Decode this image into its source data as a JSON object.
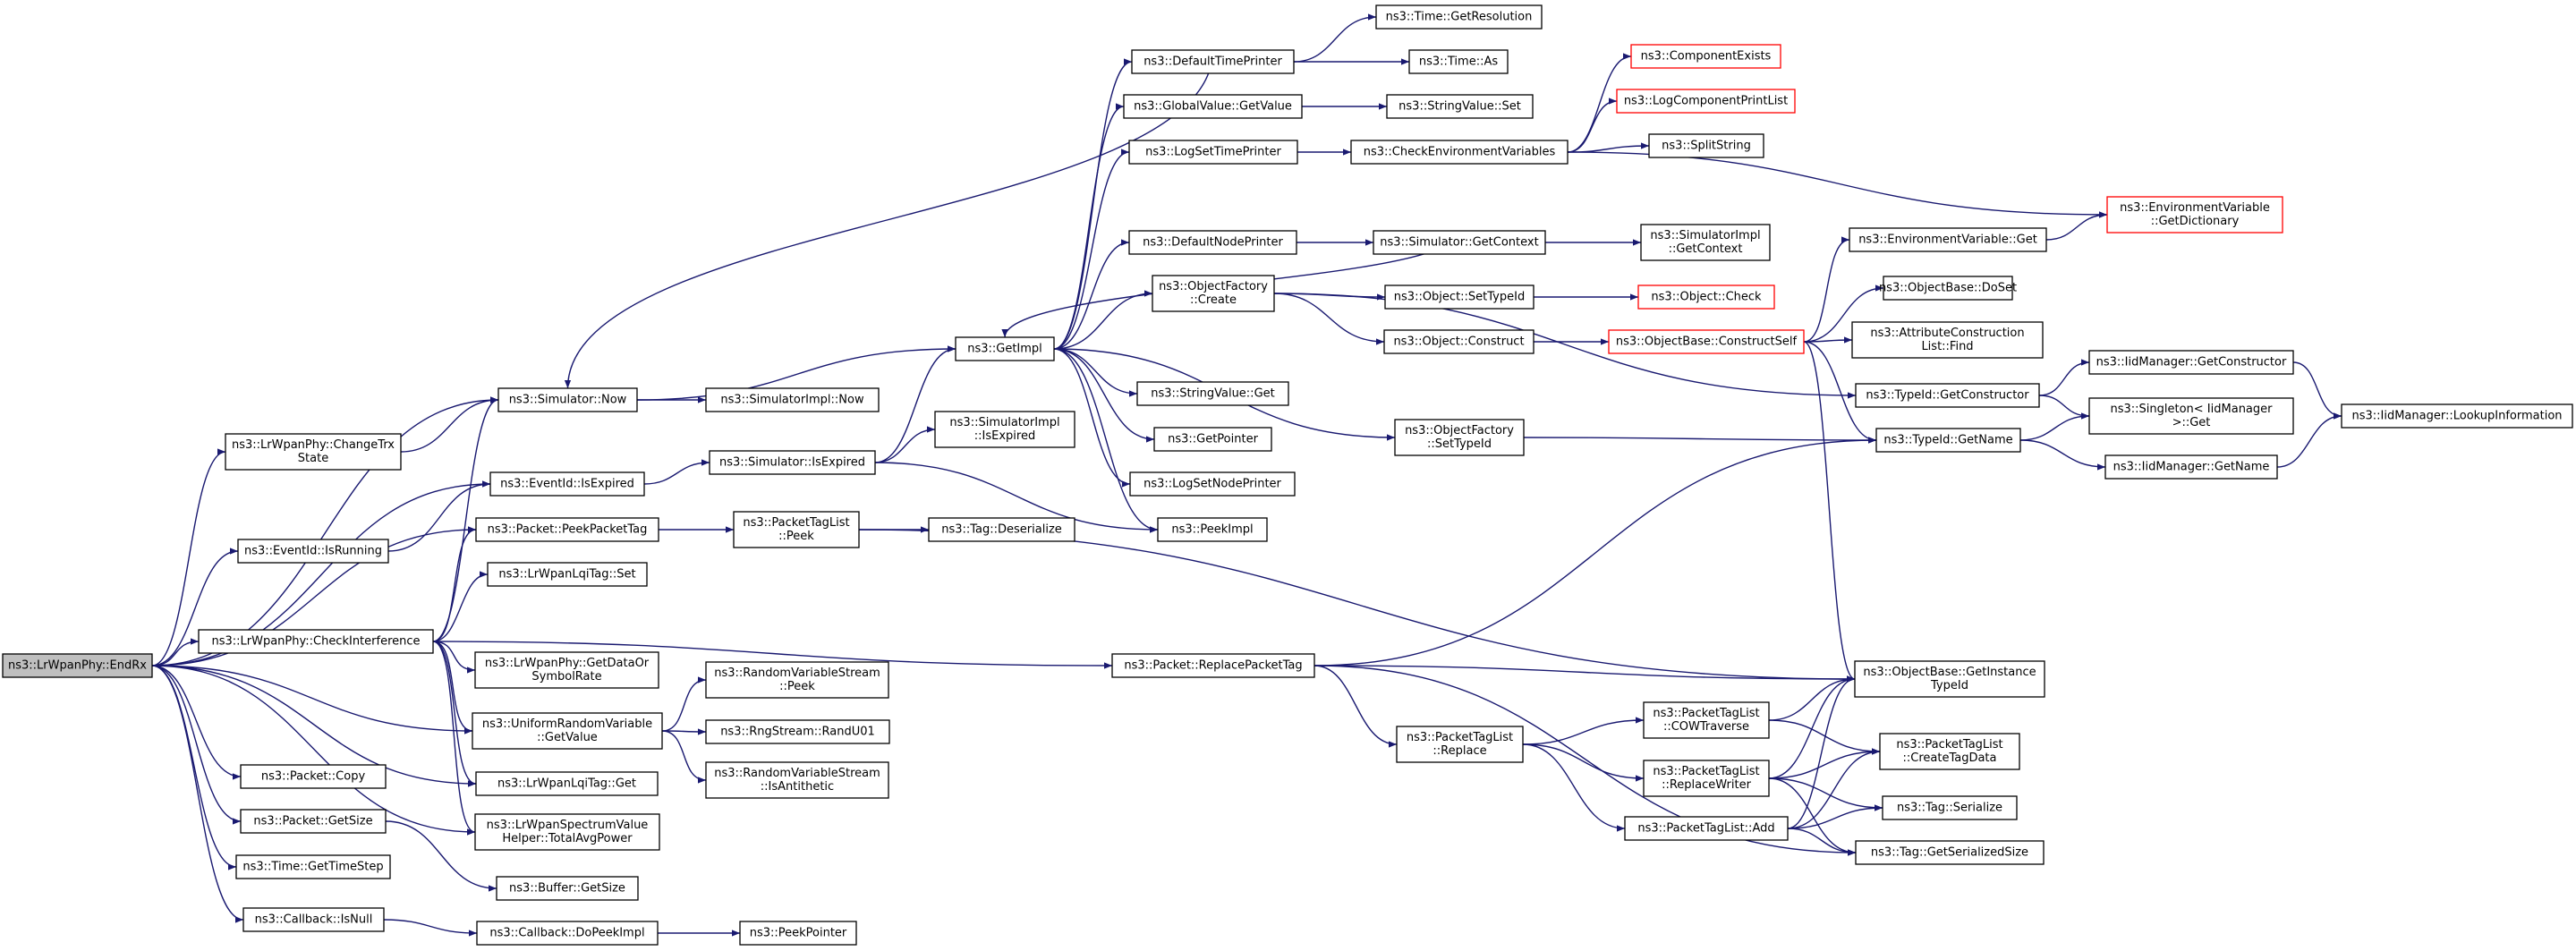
{
  "graph": {
    "nodes": [
      {
        "id": "endrx",
        "lines": [
          "ns3::LrWpanPhy::EndRx"
        ],
        "root": true
      },
      {
        "id": "changetrx",
        "lines": [
          "ns3::LrWpanPhy::ChangeTrx",
          "State"
        ]
      },
      {
        "id": "isrunning",
        "lines": [
          "ns3::EventId::IsRunning"
        ]
      },
      {
        "id": "checkint",
        "lines": [
          "ns3::LrWpanPhy::CheckInterference"
        ]
      },
      {
        "id": "pcopy",
        "lines": [
          "ns3::Packet::Copy"
        ]
      },
      {
        "id": "pgetsize",
        "lines": [
          "ns3::Packet::GetSize"
        ]
      },
      {
        "id": "timestep",
        "lines": [
          "ns3::Time::GetTimeStep"
        ]
      },
      {
        "id": "cbisnull",
        "lines": [
          "ns3::Callback::IsNull"
        ]
      },
      {
        "id": "simnow",
        "lines": [
          "ns3::Simulator::Now"
        ]
      },
      {
        "id": "isexpired",
        "lines": [
          "ns3::EventId::IsExpired"
        ]
      },
      {
        "id": "peekpkttag",
        "lines": [
          "ns3::Packet::PeekPacketTag"
        ]
      },
      {
        "id": "lqiset",
        "lines": [
          "ns3::LrWpanLqiTag::Set"
        ]
      },
      {
        "id": "getdatarate",
        "lines": [
          "ns3::LrWpanPhy::GetDataOr",
          "SymbolRate"
        ]
      },
      {
        "id": "urvgetvalue",
        "lines": [
          "ns3::UniformRandomVariable",
          "::GetValue"
        ]
      },
      {
        "id": "lqiget",
        "lines": [
          "ns3::LrWpanLqiTag::Get"
        ]
      },
      {
        "id": "totalavg",
        "lines": [
          "ns3::LrWpanSpectrumValue",
          "Helper::TotalAvgPower"
        ]
      },
      {
        "id": "buffergetsize",
        "lines": [
          "ns3::Buffer::GetSize"
        ]
      },
      {
        "id": "dopeekimpl",
        "lines": [
          "ns3::Callback::DoPeekImpl"
        ]
      },
      {
        "id": "simimplnow",
        "lines": [
          "ns3::SimulatorImpl::Now"
        ]
      },
      {
        "id": "simisexpired",
        "lines": [
          "ns3::Simulator::IsExpired"
        ]
      },
      {
        "id": "ptlpeek",
        "lines": [
          "ns3::PacketTagList",
          "::Peek"
        ]
      },
      {
        "id": "rvspeek",
        "lines": [
          "ns3::RandomVariableStream",
          "::Peek"
        ]
      },
      {
        "id": "randu01",
        "lines": [
          "ns3::RngStream::RandU01"
        ]
      },
      {
        "id": "rvsisanti",
        "lines": [
          "ns3::RandomVariableStream",
          "::IsAntithetic"
        ]
      },
      {
        "id": "peekpointer",
        "lines": [
          "ns3::PeekPointer"
        ]
      },
      {
        "id": "getimpl",
        "lines": [
          "ns3::GetImpl"
        ]
      },
      {
        "id": "simimplisexp",
        "lines": [
          "ns3::SimulatorImpl",
          "::IsExpired"
        ]
      },
      {
        "id": "tagdeser",
        "lines": [
          "ns3::Tag::Deserialize"
        ]
      },
      {
        "id": "replacepkttag",
        "lines": [
          "ns3::Packet::ReplacePacketTag"
        ]
      },
      {
        "id": "deftimeprinter",
        "lines": [
          "ns3::DefaultTimePrinter"
        ]
      },
      {
        "id": "gvgetvalue",
        "lines": [
          "ns3::GlobalValue::GetValue"
        ]
      },
      {
        "id": "logsettime",
        "lines": [
          "ns3::LogSetTimePrinter"
        ]
      },
      {
        "id": "defnodeprinter",
        "lines": [
          "ns3::DefaultNodePrinter"
        ]
      },
      {
        "id": "ofcreate",
        "lines": [
          "ns3::ObjectFactory",
          "::Create"
        ]
      },
      {
        "id": "svget",
        "lines": [
          "ns3::StringValue::Get"
        ]
      },
      {
        "id": "getpointer",
        "lines": [
          "ns3::GetPointer"
        ]
      },
      {
        "id": "logsetnode",
        "lines": [
          "ns3::LogSetNodePrinter"
        ]
      },
      {
        "id": "peekimpl",
        "lines": [
          "ns3::PeekImpl"
        ]
      },
      {
        "id": "ptlreplace",
        "lines": [
          "ns3::PacketTagList",
          "::Replace"
        ]
      },
      {
        "id": "timegetres",
        "lines": [
          "ns3::Time::GetResolution"
        ]
      },
      {
        "id": "timeas",
        "lines": [
          "ns3::Time::As"
        ]
      },
      {
        "id": "svset",
        "lines": [
          "ns3::StringValue::Set"
        ]
      },
      {
        "id": "checkenv",
        "lines": [
          "ns3::CheckEnvironmentVariables"
        ]
      },
      {
        "id": "simgetctx",
        "lines": [
          "ns3::Simulator::GetContext"
        ]
      },
      {
        "id": "objsettypeid",
        "lines": [
          "ns3::Object::SetTypeId"
        ]
      },
      {
        "id": "objconstruct",
        "lines": [
          "ns3::Object::Construct"
        ]
      },
      {
        "id": "ofsettypeid",
        "lines": [
          "ns3::ObjectFactory",
          "::SetTypeId"
        ]
      },
      {
        "id": "ptlcow",
        "lines": [
          "ns3::PacketTagList",
          "::COWTraverse"
        ]
      },
      {
        "id": "ptlreplwriter",
        "lines": [
          "ns3::PacketTagList",
          "::ReplaceWriter"
        ]
      },
      {
        "id": "ptladd",
        "lines": [
          "ns3::PacketTagList::Add"
        ]
      },
      {
        "id": "compexists",
        "lines": [
          "ns3::ComponentExists"
        ],
        "red": true
      },
      {
        "id": "logcompprint",
        "lines": [
          "ns3::LogComponentPrintList"
        ],
        "red": true
      },
      {
        "id": "splitstring",
        "lines": [
          "ns3::SplitString"
        ]
      },
      {
        "id": "simimplgetctx",
        "lines": [
          "ns3::SimulatorImpl",
          "::GetContext"
        ]
      },
      {
        "id": "objcheck",
        "lines": [
          "ns3::Object::Check"
        ],
        "red": true
      },
      {
        "id": "constructself",
        "lines": [
          "ns3::ObjectBase::ConstructSelf"
        ],
        "red": true
      },
      {
        "id": "envget",
        "lines": [
          "ns3::EnvironmentVariable::Get"
        ]
      },
      {
        "id": "obdoset",
        "lines": [
          "ns3::ObjectBase::DoSet"
        ]
      },
      {
        "id": "attrfind",
        "lines": [
          "ns3::AttributeConstruction",
          "List::Find"
        ]
      },
      {
        "id": "typeidgetctor",
        "lines": [
          "ns3::TypeId::GetConstructor"
        ]
      },
      {
        "id": "typeidgetname",
        "lines": [
          "ns3::TypeId::GetName"
        ]
      },
      {
        "id": "getinsttypeid",
        "lines": [
          "ns3::ObjectBase::GetInstance",
          "TypeId"
        ]
      },
      {
        "id": "createtagdata",
        "lines": [
          "ns3::PacketTagList",
          "::CreateTagData"
        ]
      },
      {
        "id": "tagserialize",
        "lines": [
          "ns3::Tag::Serialize"
        ]
      },
      {
        "id": "taggetsersize",
        "lines": [
          "ns3::Tag::GetSerializedSize"
        ]
      },
      {
        "id": "envgetdict",
        "lines": [
          "ns3::EnvironmentVariable",
          "::GetDictionary"
        ],
        "red": true
      },
      {
        "id": "iidgetctor",
        "lines": [
          "ns3::IidManager::GetConstructor"
        ]
      },
      {
        "id": "singletonget",
        "lines": [
          "ns3::Singleton< IidManager",
          ">::Get"
        ]
      },
      {
        "id": "iidgetname",
        "lines": [
          "ns3::IidManager::GetName"
        ]
      },
      {
        "id": "iidlookup",
        "lines": [
          "ns3::IidManager::LookupInformation"
        ]
      }
    ],
    "edges": [
      [
        "endrx",
        "simnow"
      ],
      [
        "endrx",
        "changetrx"
      ],
      [
        "endrx",
        "isexpired"
      ],
      [
        "endrx",
        "isrunning"
      ],
      [
        "endrx",
        "peekpkttag"
      ],
      [
        "endrx",
        "checkint"
      ],
      [
        "endrx",
        "urvgetvalue"
      ],
      [
        "endrx",
        "lqiget"
      ],
      [
        "endrx",
        "pcopy"
      ],
      [
        "endrx",
        "pgetsize"
      ],
      [
        "endrx",
        "timestep"
      ],
      [
        "endrx",
        "cbisnull"
      ],
      [
        "endrx",
        "totalavg"
      ],
      [
        "changetrx",
        "simnow"
      ],
      [
        "isrunning",
        "isexpired"
      ],
      [
        "checkint",
        "simnow"
      ],
      [
        "checkint",
        "peekpkttag"
      ],
      [
        "checkint",
        "lqiset"
      ],
      [
        "checkint",
        "getdatarate"
      ],
      [
        "checkint",
        "urvgetvalue"
      ],
      [
        "checkint",
        "lqiget"
      ],
      [
        "checkint",
        "totalavg"
      ],
      [
        "checkint",
        "replacepkttag"
      ],
      [
        "pgetsize",
        "buffergetsize"
      ],
      [
        "cbisnull",
        "dopeekimpl"
      ],
      [
        "dopeekimpl",
        "peekpointer"
      ],
      [
        "simnow",
        "simimplnow"
      ],
      [
        "simnow",
        "getimpl"
      ],
      [
        "isexpired",
        "simisexpired"
      ],
      [
        "simisexpired",
        "simimplisexp"
      ],
      [
        "simisexpired",
        "getimpl"
      ],
      [
        "simisexpired",
        "peekimpl"
      ],
      [
        "peekpkttag",
        "ptlpeek"
      ],
      [
        "ptlpeek",
        "tagdeser"
      ],
      [
        "ptlpeek",
        "getinsttypeid"
      ],
      [
        "urvgetvalue",
        "rvspeek"
      ],
      [
        "urvgetvalue",
        "randu01"
      ],
      [
        "urvgetvalue",
        "rvsisanti"
      ],
      [
        "getimpl",
        "deftimeprinter"
      ],
      [
        "getimpl",
        "gvgetvalue"
      ],
      [
        "getimpl",
        "logsettime"
      ],
      [
        "getimpl",
        "defnodeprinter"
      ],
      [
        "getimpl",
        "ofcreate"
      ],
      [
        "getimpl",
        "svget"
      ],
      [
        "getimpl",
        "getpointer"
      ],
      [
        "getimpl",
        "logsetnode"
      ],
      [
        "getimpl",
        "peekimpl"
      ],
      [
        "getimpl",
        "ofsettypeid"
      ],
      [
        "deftimeprinter",
        "simnow"
      ],
      [
        "deftimeprinter",
        "timegetres"
      ],
      [
        "deftimeprinter",
        "timeas"
      ],
      [
        "gvgetvalue",
        "svset"
      ],
      [
        "logsettime",
        "checkenv"
      ],
      [
        "checkenv",
        "compexists"
      ],
      [
        "checkenv",
        "logcompprint"
      ],
      [
        "checkenv",
        "splitstring"
      ],
      [
        "checkenv",
        "envgetdict"
      ],
      [
        "defnodeprinter",
        "simgetctx"
      ],
      [
        "simgetctx",
        "getimpl"
      ],
      [
        "simgetctx",
        "simimplgetctx"
      ],
      [
        "ofcreate",
        "objsettypeid"
      ],
      [
        "ofcreate",
        "objconstruct"
      ],
      [
        "ofcreate",
        "typeidgetctor"
      ],
      [
        "objsettypeid",
        "objcheck"
      ],
      [
        "objconstruct",
        "constructself"
      ],
      [
        "constructself",
        "envget"
      ],
      [
        "constructself",
        "obdoset"
      ],
      [
        "constructself",
        "attrfind"
      ],
      [
        "constructself",
        "typeidgetname"
      ],
      [
        "constructself",
        "getinsttypeid"
      ],
      [
        "envget",
        "envgetdict"
      ],
      [
        "ofsettypeid",
        "typeidgetname"
      ],
      [
        "typeidgetctor",
        "iidgetctor"
      ],
      [
        "typeidgetctor",
        "singletonget"
      ],
      [
        "typeidgetname",
        "singletonget"
      ],
      [
        "typeidgetname",
        "iidgetname"
      ],
      [
        "iidgetctor",
        "iidlookup"
      ],
      [
        "iidgetname",
        "iidlookup"
      ],
      [
        "replacepkttag",
        "typeidgetname"
      ],
      [
        "replacepkttag",
        "getinsttypeid"
      ],
      [
        "replacepkttag",
        "ptlreplace"
      ],
      [
        "replacepkttag",
        "taggetsersize"
      ],
      [
        "ptlreplace",
        "ptlcow"
      ],
      [
        "ptlreplace",
        "ptlreplwriter"
      ],
      [
        "ptlreplace",
        "ptladd"
      ],
      [
        "ptlcow",
        "getinsttypeid"
      ],
      [
        "ptlcow",
        "createtagdata"
      ],
      [
        "ptlreplwriter",
        "getinsttypeid"
      ],
      [
        "ptlreplwriter",
        "createtagdata"
      ],
      [
        "ptlreplwriter",
        "tagserialize"
      ],
      [
        "ptlreplwriter",
        "taggetsersize"
      ],
      [
        "ptladd",
        "getinsttypeid"
      ],
      [
        "ptladd",
        "createtagdata"
      ],
      [
        "ptladd",
        "tagserialize"
      ],
      [
        "ptladd",
        "taggetsersize"
      ]
    ]
  },
  "colors": {
    "edge": "#191970",
    "node_border": "#000000",
    "node_border_red": "#ff0000",
    "root_fill": "#bfbfbf",
    "node_fill": "#ffffff",
    "text": "#000000"
  }
}
